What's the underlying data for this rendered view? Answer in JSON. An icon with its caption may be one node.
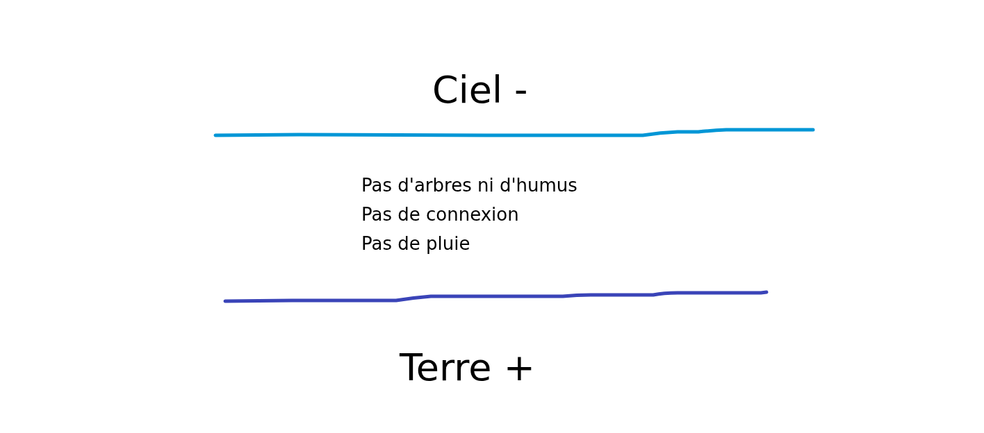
{
  "diagram": {
    "labels": [
      "Ciel -",
      "Pas d'arbres ni d'humus",
      "Pas de connexion",
      "Pas de pluie",
      "Terre +"
    ]
  }
}
